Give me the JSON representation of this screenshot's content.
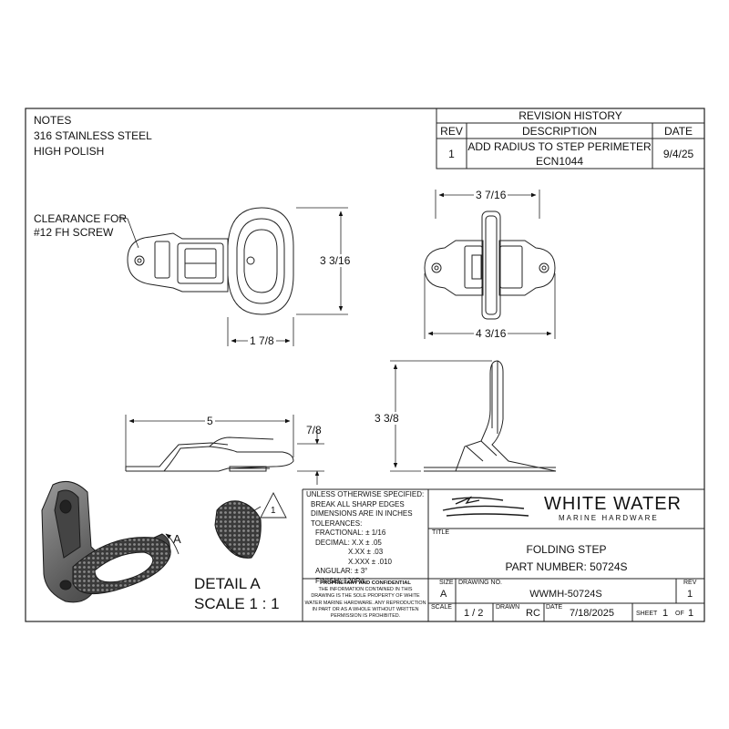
{
  "notes": {
    "title": "NOTES",
    "lines": [
      "316 STAINLESS STEEL",
      "HIGH POLISH"
    ]
  },
  "revision_history": {
    "title": "REVISION HISTORY",
    "headers": {
      "rev": "REV",
      "description": "DESCRIPTION",
      "date": "DATE"
    },
    "rows": [
      {
        "rev": "1",
        "description_line1": "ADD RADIUS TO STEP PERIMETER",
        "description_line2": "ECN1044",
        "date": "9/4/25"
      }
    ]
  },
  "callouts": {
    "clearance_line1": "CLEARANCE FOR",
    "clearance_line2": "#12 FH SCREW",
    "balloon": "1",
    "view_arrow": "A"
  },
  "dimensions": {
    "top_height": "3 3/16",
    "top_width": "1 7/8",
    "front_top_width": "3 7/16",
    "front_bottom_width": "4 3/16",
    "side_length": "5",
    "side_height": "7/8",
    "right_height": "3 3/8"
  },
  "detail": {
    "title": "DETAIL  A",
    "scale": "SCALE 1 : 1"
  },
  "tolerances": {
    "lines": [
      "UNLESS OTHERWISE SPECIFIED:",
      "BREAK ALL SHARP EDGES",
      "DIMENSIONS ARE IN INCHES",
      "TOLERANCES:",
      "FRACTIONAL: ± 1/16",
      "DECIMAL: X.X ± .05",
      "X.XX ± .03",
      "X.XXX ± .010",
      "ANGULAR: ± 3°",
      "FINISH: 120Ra"
    ]
  },
  "proprietary": {
    "title": "PROPRIETARY AND CONFIDENTIAL",
    "lines": [
      "THE INFORMATION CONTAINED IN THIS",
      "DRAWING IS THE SOLE PROPERTY OF WHITE",
      "WATER MARINE HARDWARE. ANY REPRODUCTION",
      "IN PART OR AS A WHOLE WITHOUT WRITTEN",
      "PERMISSION IS PROHIBITED."
    ]
  },
  "company": {
    "name": "WHITE WATER",
    "tagline": "MARINE HARDWARE"
  },
  "title_block": {
    "title_label": "TITLE",
    "title_line1": "FOLDING STEP",
    "title_line2": "PART NUMBER: 50724S",
    "size_label": "SIZE",
    "size": "A",
    "drawing_no_label": "DRAWING NO.",
    "drawing_no": "WWMH-50724S",
    "rev_label": "REV",
    "rev": "1",
    "scale_label": "SCALE",
    "scale": "1 / 2",
    "drawn_label": "DRAWN",
    "drawn": "RC",
    "date_label": "DATE",
    "date": "7/18/2025",
    "sheet_label": "SHEET",
    "sheet": "1",
    "of_label": "OF",
    "of": "1"
  }
}
